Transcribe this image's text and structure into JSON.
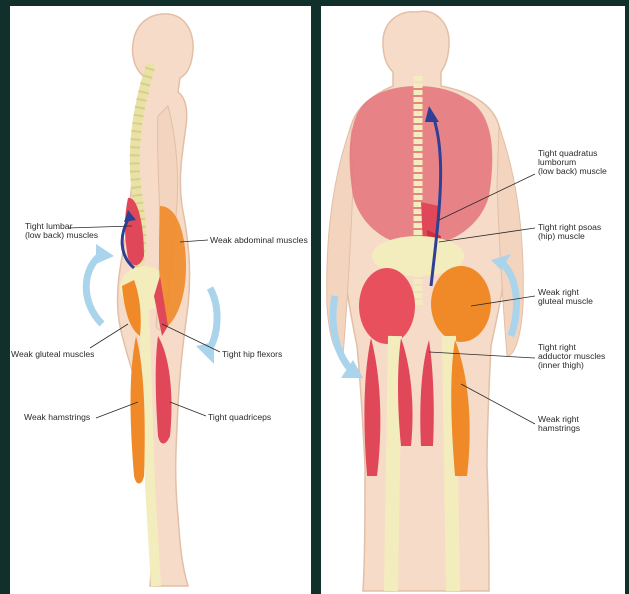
{
  "panels": {
    "side_view": {
      "labels": {
        "tight_lumbar": [
          "Tight lumbar",
          "(low back) muscles"
        ],
        "weak_abdominal": [
          "Weak abdominal muscles"
        ],
        "weak_gluteal": [
          "Weak gluteal muscles"
        ],
        "tight_hip_flexors": [
          "Tight hip flexors"
        ],
        "weak_hamstrings": [
          "Weak hamstrings"
        ],
        "tight_quadriceps": [
          "Tight quadriceps"
        ]
      }
    },
    "back_view": {
      "labels": {
        "tight_quadratus": [
          "Tight quadratus",
          "lumborum",
          "(low back) muscle"
        ],
        "tight_psoas": [
          "Tight right psoas",
          "(hip) muscle"
        ],
        "weak_gluteal": [
          "Weak right",
          "gluteal muscle"
        ],
        "tight_adductor": [
          "Tight right",
          "adductor muscles",
          "(inner thigh)"
        ],
        "weak_hamstrings": [
          "Weak right",
          "hamstrings"
        ]
      }
    }
  },
  "colors": {
    "background": "#11302b",
    "skin": "#f6dcc8",
    "skin_outline": "#e2bfa6",
    "tight_muscle": "#e0485a",
    "weak_muscle": "#f08a28",
    "bone": "#f3edbe",
    "arrow_blue": "#2f3f95",
    "arrow_light": "#a9d4ec"
  }
}
